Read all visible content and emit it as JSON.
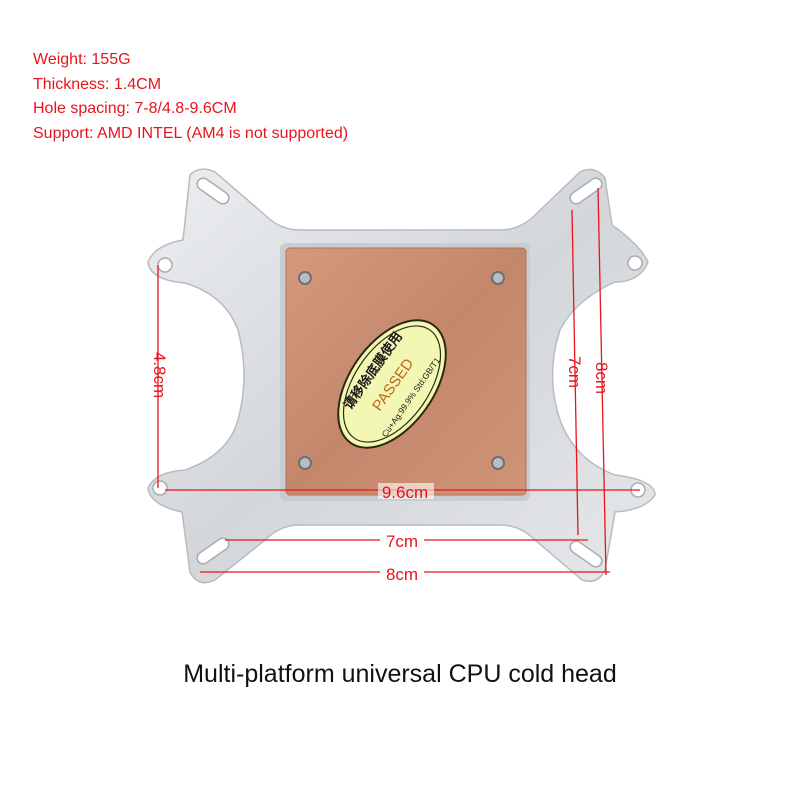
{
  "specs": {
    "weight": "Weight: 155G",
    "thickness": "Thickness: 1.4CM",
    "hole_spacing": "Hole spacing: 7-8/4.8-9.6CM",
    "support": "Support: AMD INTEL (AM4 is not supported)"
  },
  "sticker": {
    "chinese": "请移除底膜使用",
    "passed": "PASSED",
    "spec": "Cu+Ag:99.9% Std:GB/T1"
  },
  "dimensions": {
    "left_vertical": "4.8cm",
    "horizontal_wide": "9.6cm",
    "horizontal_7": "7cm",
    "horizontal_8": "8cm",
    "right_vertical_7": "7cm",
    "right_vertical_8": "8cm"
  },
  "caption": "Multi-platform universal CPU cold head",
  "colors": {
    "annotation": "#e8141c",
    "copper": "#c98c6e",
    "plate": "#d9dbde"
  }
}
